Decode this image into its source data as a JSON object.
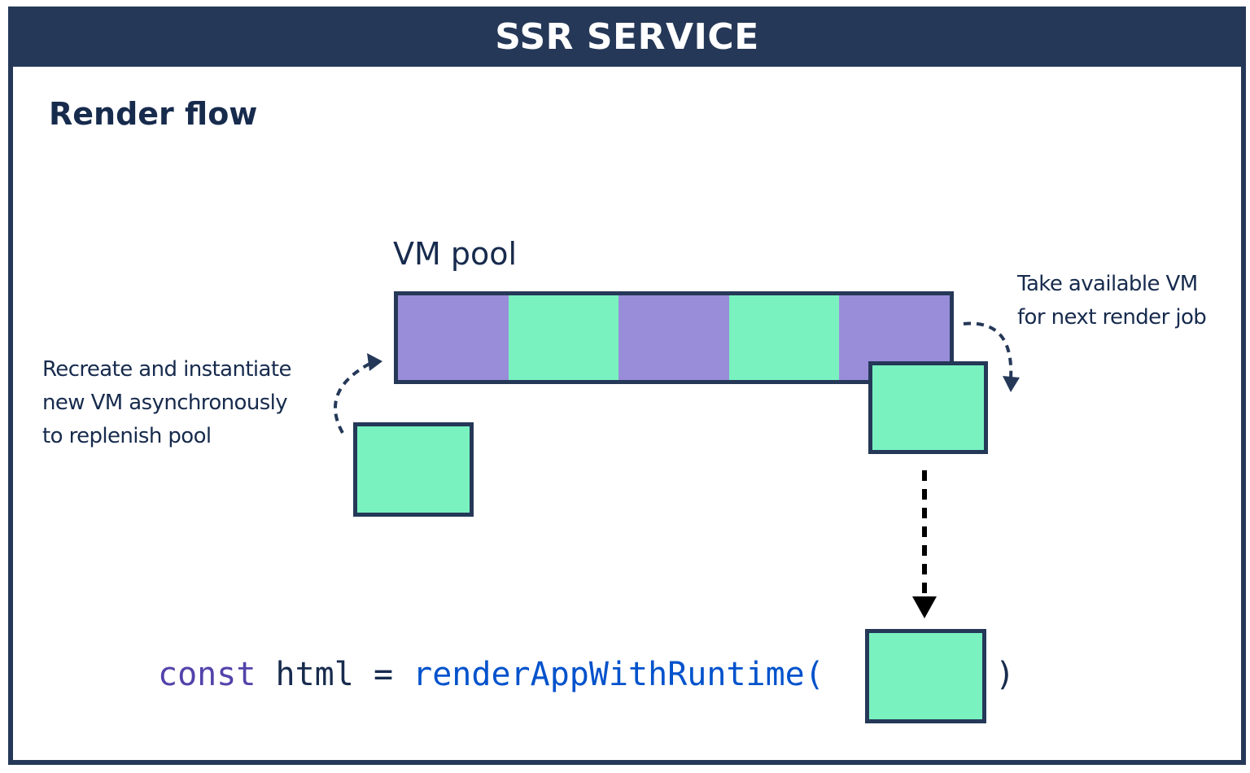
{
  "header": {
    "title": "SSR SERVICE"
  },
  "section_title": "Render flow",
  "pool": {
    "label": "VM pool",
    "cells": [
      {
        "state": "busy",
        "color": "#998DD9"
      },
      {
        "state": "available",
        "color": "#79F2C0"
      },
      {
        "state": "busy",
        "color": "#998DD9"
      },
      {
        "state": "available",
        "color": "#79F2C0"
      },
      {
        "state": "busy",
        "color": "#998DD9"
      }
    ]
  },
  "notes": {
    "left": [
      "Recreate and instantiate",
      "new VM asynchronously",
      "to replenish pool"
    ],
    "right": [
      "Take available VM",
      "for next render job"
    ]
  },
  "code": {
    "keyword": "const",
    "variable": "html",
    "operator": "=",
    "function": "renderAppWithRuntime(",
    "close_paren": ")"
  },
  "colors": {
    "header_bg": "#253858",
    "border": "#253858",
    "text": "#172B4D",
    "vm_available": "#79F2C0",
    "vm_busy": "#998DD9",
    "code_keyword": "#5243AA",
    "code_function": "#0052CC",
    "code_plain": "#172B4D"
  }
}
